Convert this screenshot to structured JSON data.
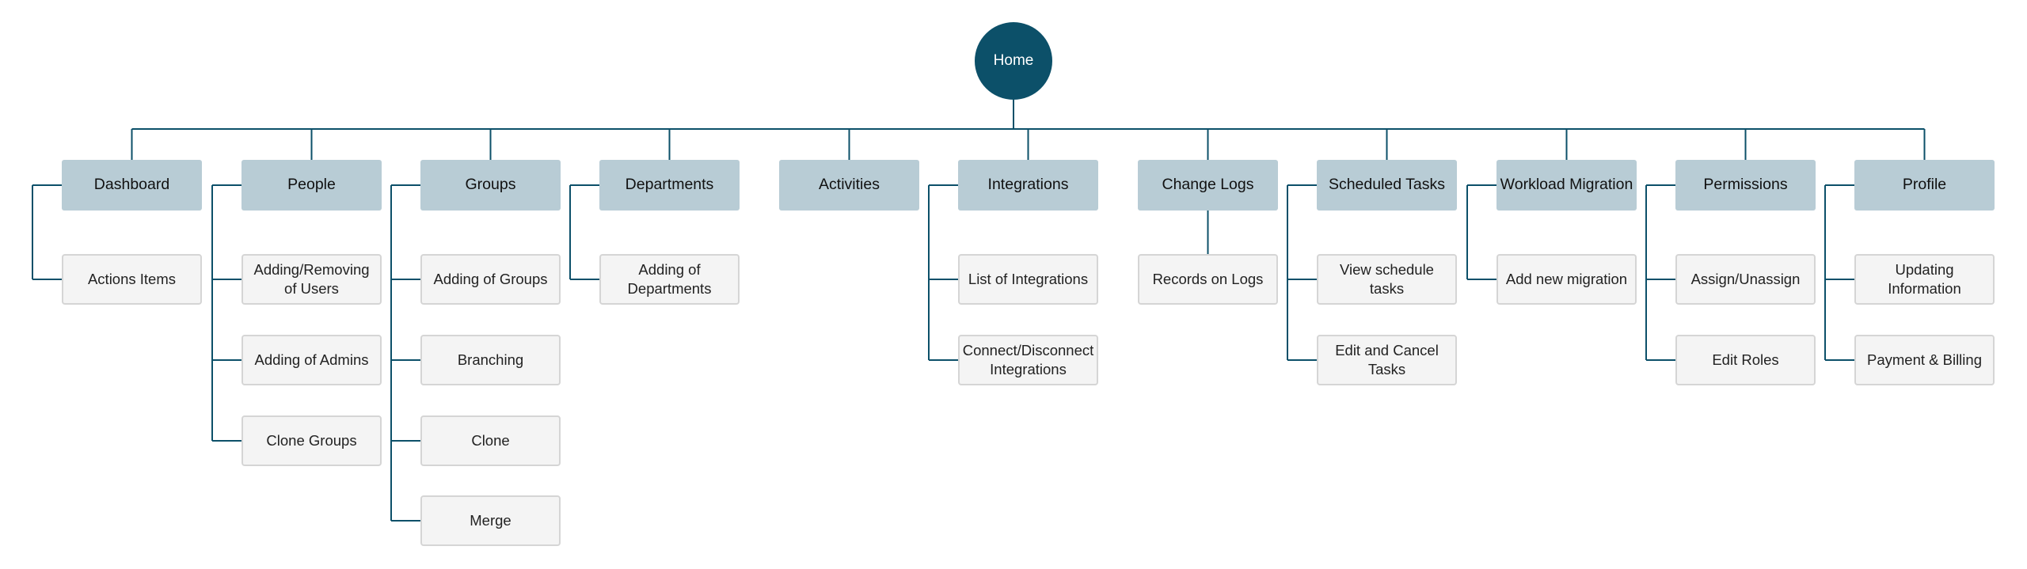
{
  "sitemap": {
    "root": "Home",
    "sections": [
      {
        "label": "Dashboard",
        "children": [
          "Actions Items"
        ]
      },
      {
        "label": "People",
        "children": [
          "Adding/Removing of Users",
          "Adding of Admins",
          "Clone Groups"
        ]
      },
      {
        "label": "Groups",
        "children": [
          "Adding of Groups",
          "Branching",
          "Clone",
          "Merge"
        ]
      },
      {
        "label": "Departments",
        "children": [
          "Adding of Departments"
        ]
      },
      {
        "label": "Activities",
        "children": []
      },
      {
        "label": "Integrations",
        "children": [
          "List of Integrations",
          "Connect/Disconnect Integrations"
        ]
      },
      {
        "label": "Change Logs",
        "children": [
          "Records on Logs"
        ]
      },
      {
        "label": "Scheduled Tasks",
        "children": [
          "View schedule tasks",
          "Edit and Cancel Tasks"
        ]
      },
      {
        "label": "Workload Migration",
        "children": [
          "Add new migration"
        ]
      },
      {
        "label": "Permissions",
        "children": [
          "Assign/Unassign",
          "Edit Roles"
        ]
      },
      {
        "label": "Profile",
        "children": [
          "Updating Information",
          "Payment & Billing"
        ]
      }
    ]
  },
  "colors": {
    "root_fill": "#0c5069",
    "section_fill": "#b8ccd5",
    "page_fill": "#f4f4f4",
    "page_border": "#d5d5d5",
    "connector": "#0c5069"
  }
}
